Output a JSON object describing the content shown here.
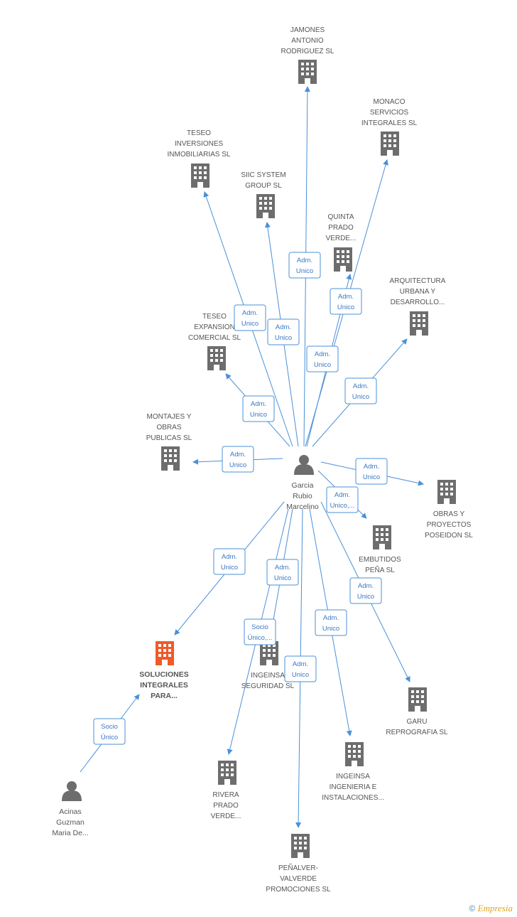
{
  "colors": {
    "edge": "#4a90d9",
    "building": "#6d6d6d",
    "focus_building": "#f05a28",
    "person": "#6d6d6d"
  },
  "nodes": [
    {
      "id": "jamones",
      "label": [
        "JAMONES",
        "ANTONIO",
        "RODRIGUEZ SL"
      ],
      "icon": "building-icon",
      "focus": false
    },
    {
      "id": "monaco",
      "label": [
        "MONACO",
        "SERVICIOS",
        "INTEGRALES SL"
      ],
      "icon": "building-icon",
      "focus": false
    },
    {
      "id": "teseo_inv",
      "label": [
        "TESEO",
        "INVERSIONES",
        "INMOBILIARIAS SL"
      ],
      "icon": "building-icon",
      "focus": false
    },
    {
      "id": "siic",
      "label": [
        "SIIC SYSTEM",
        "GROUP SL"
      ],
      "icon": "building-icon",
      "focus": false
    },
    {
      "id": "quinta",
      "label": [
        "QUINTA",
        "PRADO",
        "VERDE..."
      ],
      "icon": "building-icon",
      "focus": false
    },
    {
      "id": "arquitectura",
      "label": [
        "ARQUITECTURA",
        "URBANA Y",
        "DESARROLLO..."
      ],
      "icon": "building-icon",
      "focus": false
    },
    {
      "id": "teseo_exp",
      "label": [
        "TESEO",
        "EXPANSION",
        "COMERCIAL SL"
      ],
      "icon": "building-icon",
      "focus": false
    },
    {
      "id": "montajes",
      "label": [
        "MONTAJES Y",
        "OBRAS",
        "PUBLICAS SL"
      ],
      "icon": "building-icon",
      "focus": false
    },
    {
      "id": "garcia",
      "label": [
        "Garcia",
        "Rubio",
        "Marcelino"
      ],
      "icon": "person-icon",
      "focus": false
    },
    {
      "id": "obras_pos",
      "label": [
        "OBRAS Y",
        "PROYECTOS",
        "POSEIDON SL"
      ],
      "icon": "building-icon",
      "focus": false
    },
    {
      "id": "embutidos",
      "label": [
        "EMBUTIDOS",
        "PEÑA SL"
      ],
      "icon": "building-icon",
      "focus": false
    },
    {
      "id": "soluciones",
      "label": [
        "SOLUCIONES",
        "INTEGRALES",
        "PARA..."
      ],
      "icon": "building-icon",
      "focus": true
    },
    {
      "id": "ingeinsa_seg",
      "label": [
        "INGEINSA",
        "SEGURIDAD SL"
      ],
      "icon": "building-icon",
      "focus": false
    },
    {
      "id": "garu",
      "label": [
        "GARU",
        "REPROGRAFIA SL"
      ],
      "icon": "building-icon",
      "focus": false
    },
    {
      "id": "acinas",
      "label": [
        "Acinas",
        "Guzman",
        "Maria De..."
      ],
      "icon": "person-icon",
      "focus": false
    },
    {
      "id": "rivera",
      "label": [
        "RIVERA",
        "PRADO",
        "VERDE..."
      ],
      "icon": "building-icon",
      "focus": false
    },
    {
      "id": "ingeinsa_ing",
      "label": [
        "INGEINSA",
        "INGENIERIA E",
        "INSTALACIONES..."
      ],
      "icon": "building-icon",
      "focus": false
    },
    {
      "id": "penalver",
      "label": [
        "PEÑALVER-",
        "VALVERDE",
        "PROMOCIONES SL"
      ],
      "icon": "building-icon",
      "focus": false
    }
  ],
  "edges": [
    {
      "from": "garcia",
      "to": "jamones",
      "label": [
        "Adm.",
        "Unico"
      ]
    },
    {
      "from": "garcia",
      "to": "monaco",
      "label": [
        "Adm.",
        "Unico"
      ]
    },
    {
      "from": "garcia",
      "to": "teseo_inv",
      "label": [
        "Adm.",
        "Unico"
      ]
    },
    {
      "from": "garcia",
      "to": "siic",
      "label": [
        "Adm.",
        "Unico"
      ]
    },
    {
      "from": "garcia",
      "to": "quinta",
      "label": [
        "Adm.",
        "Unico"
      ]
    },
    {
      "from": "garcia",
      "to": "arquitectura",
      "label": [
        "Adm.",
        "Unico"
      ]
    },
    {
      "from": "garcia",
      "to": "teseo_exp",
      "label": [
        "Adm.",
        "Unico"
      ]
    },
    {
      "from": "garcia",
      "to": "montajes",
      "label": [
        "Adm.",
        "Unico"
      ]
    },
    {
      "from": "garcia",
      "to": "obras_pos",
      "label": [
        "Adm.",
        "Unico"
      ]
    },
    {
      "from": "garcia",
      "to": "embutidos",
      "label": [
        "Adm.",
        "Unico,..."
      ]
    },
    {
      "from": "garcia",
      "to": "soluciones",
      "label": [
        "Adm.",
        "Unico"
      ]
    },
    {
      "from": "garcia",
      "to": "ingeinsa_seg",
      "label": [
        "Adm.",
        "Unico"
      ]
    },
    {
      "from": "garcia",
      "to": "garu",
      "label": [
        "Adm.",
        "Unico"
      ]
    },
    {
      "from": "garcia",
      "to": "rivera",
      "label": [
        "Socio",
        "Único,..."
      ]
    },
    {
      "from": "garcia",
      "to": "ingeinsa_ing",
      "label": [
        "Adm.",
        "Unico"
      ]
    },
    {
      "from": "garcia",
      "to": "penalver",
      "label": [
        "Adm.",
        "Unico"
      ]
    },
    {
      "from": "acinas",
      "to": "soluciones",
      "label": [
        "Socio",
        "Único"
      ]
    }
  ],
  "footer": {
    "copyright": "©",
    "brand": "Empresia"
  }
}
